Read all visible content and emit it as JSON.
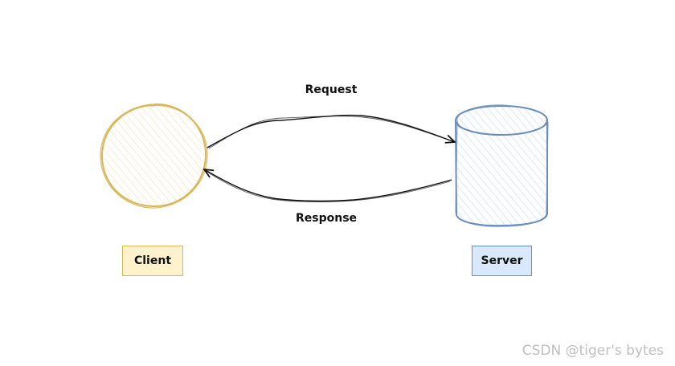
{
  "diagram": {
    "edges": {
      "request": {
        "label": "Request"
      },
      "response": {
        "label": "Response"
      }
    },
    "nodes": {
      "client": {
        "label": "Client",
        "fill": "#fff2cc",
        "stroke": "#d6b656"
      },
      "server": {
        "label": "Server",
        "fill": "#dae8fc",
        "stroke": "#6c8ebf"
      }
    }
  },
  "watermark": "CSDN @tiger's bytes"
}
